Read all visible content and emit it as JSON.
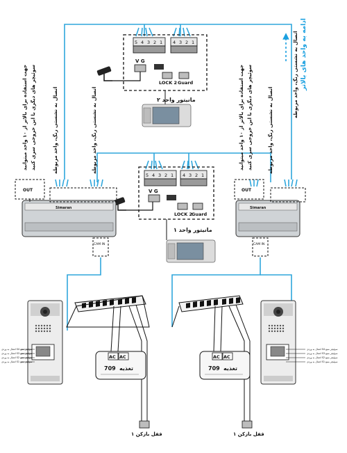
{
  "colors": {
    "wire_blue": "#2fa6dc",
    "line_black": "#111111",
    "device_gray": "#cfd3d6",
    "accent_blue": "#1aa0e0"
  },
  "side_note": {
    "text": "ادامه به واحد های بالاتر",
    "icon": "arrow-up-icon"
  },
  "unit2": {
    "terminals_left": [
      "5",
      "4",
      "3",
      "2",
      "1"
    ],
    "terminals_right": [
      "4",
      "3",
      "2",
      "1"
    ],
    "vg_label": "V G",
    "lock_label": "LOCK 2",
    "guard_label": "Guard",
    "monitor_label": "مانیتور واحد ۲"
  },
  "unit1": {
    "terminals_left": [
      "5",
      "4",
      "3",
      "2",
      "1"
    ],
    "terminals_right": [
      "4",
      "3",
      "2",
      "1"
    ],
    "vg_label": "V G",
    "lock_label": "LOCK 2",
    "guard_label": "Guard",
    "monitor_label": "مانیتور واحد ۱"
  },
  "notes": {
    "left_extend": "جهت استفاده برای بالاتر از ۱۰ واحد میتوانید",
    "left_extend2": "سوئیچر های دیگری با این خروجی سری کنید",
    "left_connect": "اتصال به نشستی رنگ، واحد مربوطه",
    "right_extend": "جهت استفاده برای بالاتر از ۱۰ واحد میتوانید",
    "right_extend2": "سوئیچر های دیگری با این خروجی سری کنید",
    "right_connect": "اتصال به نشستی رنگ، واحد مربوطه"
  },
  "switchers": {
    "left_out_label": "OUT",
    "right_out_label": "OUT",
    "brand_text": "Simaran",
    "cam_label": "CAM IN"
  },
  "power": {
    "ac1": "AC",
    "ac2": "AC",
    "model": "709",
    "label": "تغذیه"
  },
  "door_lock": {
    "left": "قفل بازکن ۱",
    "right": "قفل بازکن ۱"
  },
  "panel_left_wires": [
    "اتصال به وردی S4 سوئیچر منبع",
    "اتصال به وردی S3 سوئیچر منبع",
    "اتصال به وردی S2 سوئیچر منبع",
    "اتصال به وردی S1 سوئیچر منبع"
  ],
  "panel_right_wires": [
    "اتصال به وردی S4 سوئیچر منبع",
    "اتصال به وردی S3 سوئیچر منبع",
    "اتصال به وردی S2 سوئیچر منبع",
    "اتصال به وردی S1 سوئیچر منبع"
  ]
}
